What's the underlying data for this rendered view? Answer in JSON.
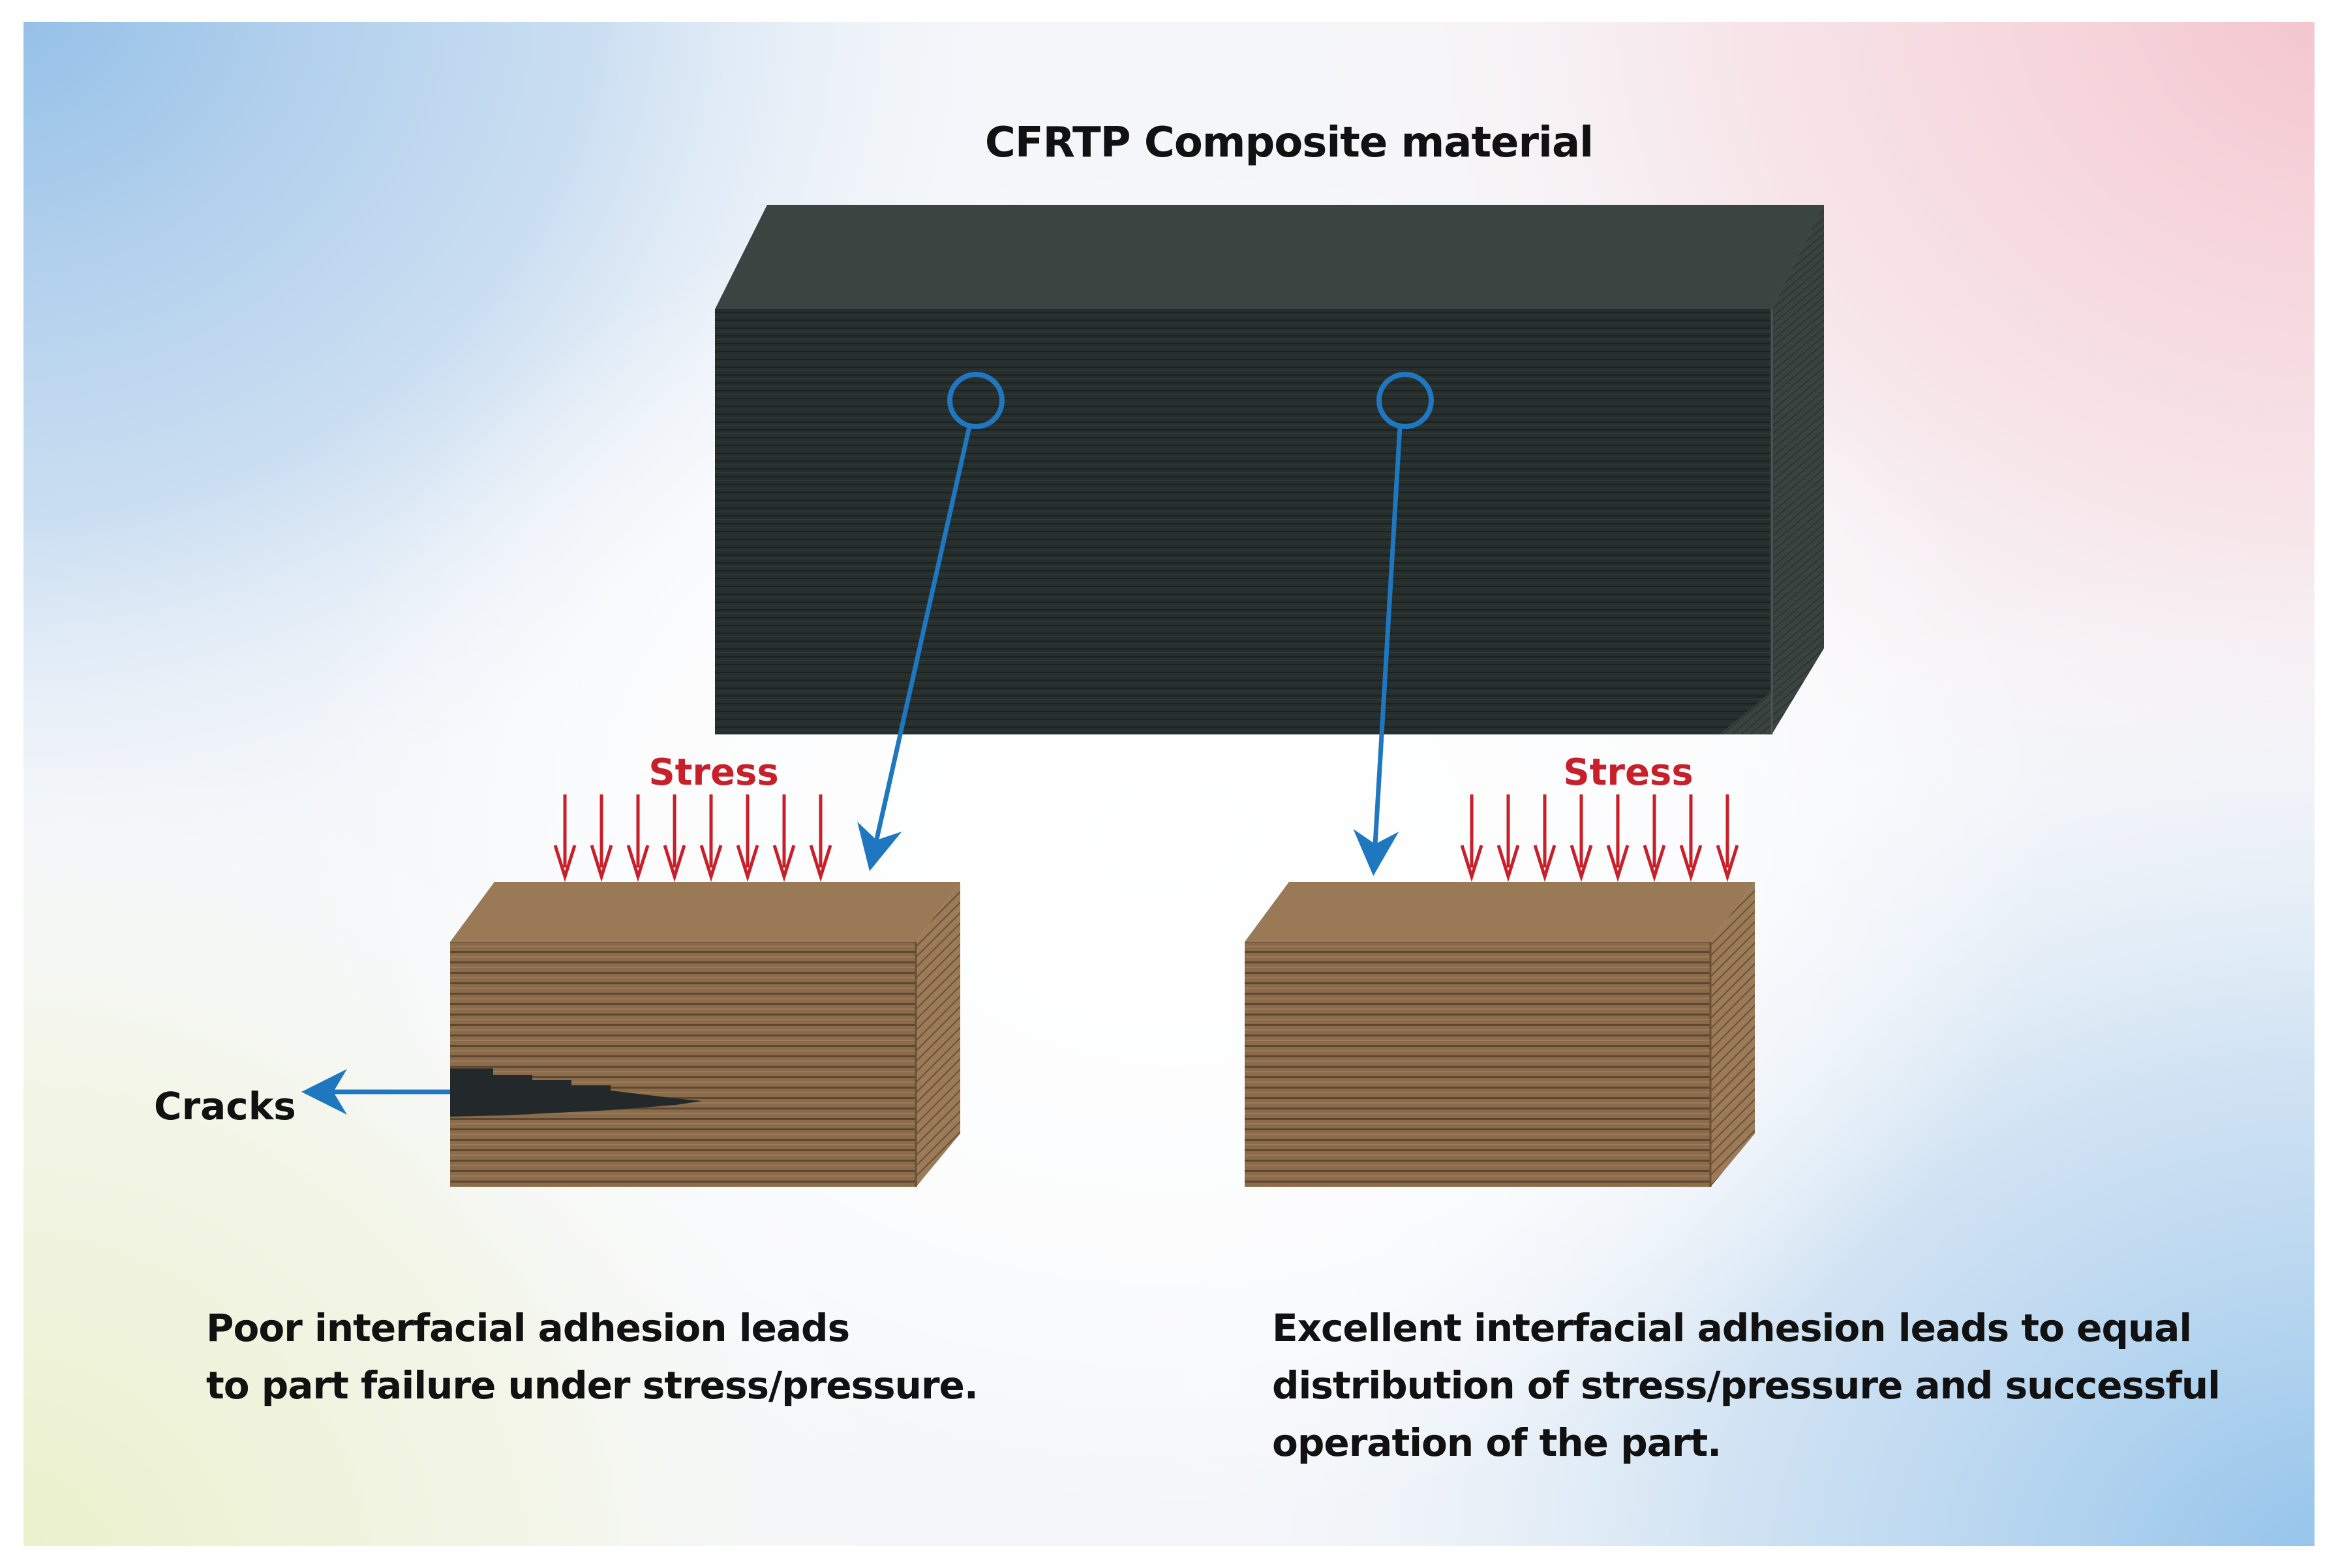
{
  "title": "CFRTP Composite material",
  "left_panel": {
    "stress_label": "Stress",
    "cracks_label": "Cracks",
    "caption_lines": [
      "Poor interfacial adhesion leads",
      "to part failure under stress/pressure."
    ]
  },
  "right_panel": {
    "stress_label": "Stress",
    "caption_lines": [
      "Excellent interfacial adhesion leads to equal",
      "distribution of stress/pressure and successful",
      "operation of the part."
    ]
  },
  "stress_arrow_count": 8,
  "colors": {
    "stress": "#c8202a",
    "pointer": "#1f77c0",
    "composite_block": "#26302e",
    "sample_block": "#8a6a48"
  }
}
